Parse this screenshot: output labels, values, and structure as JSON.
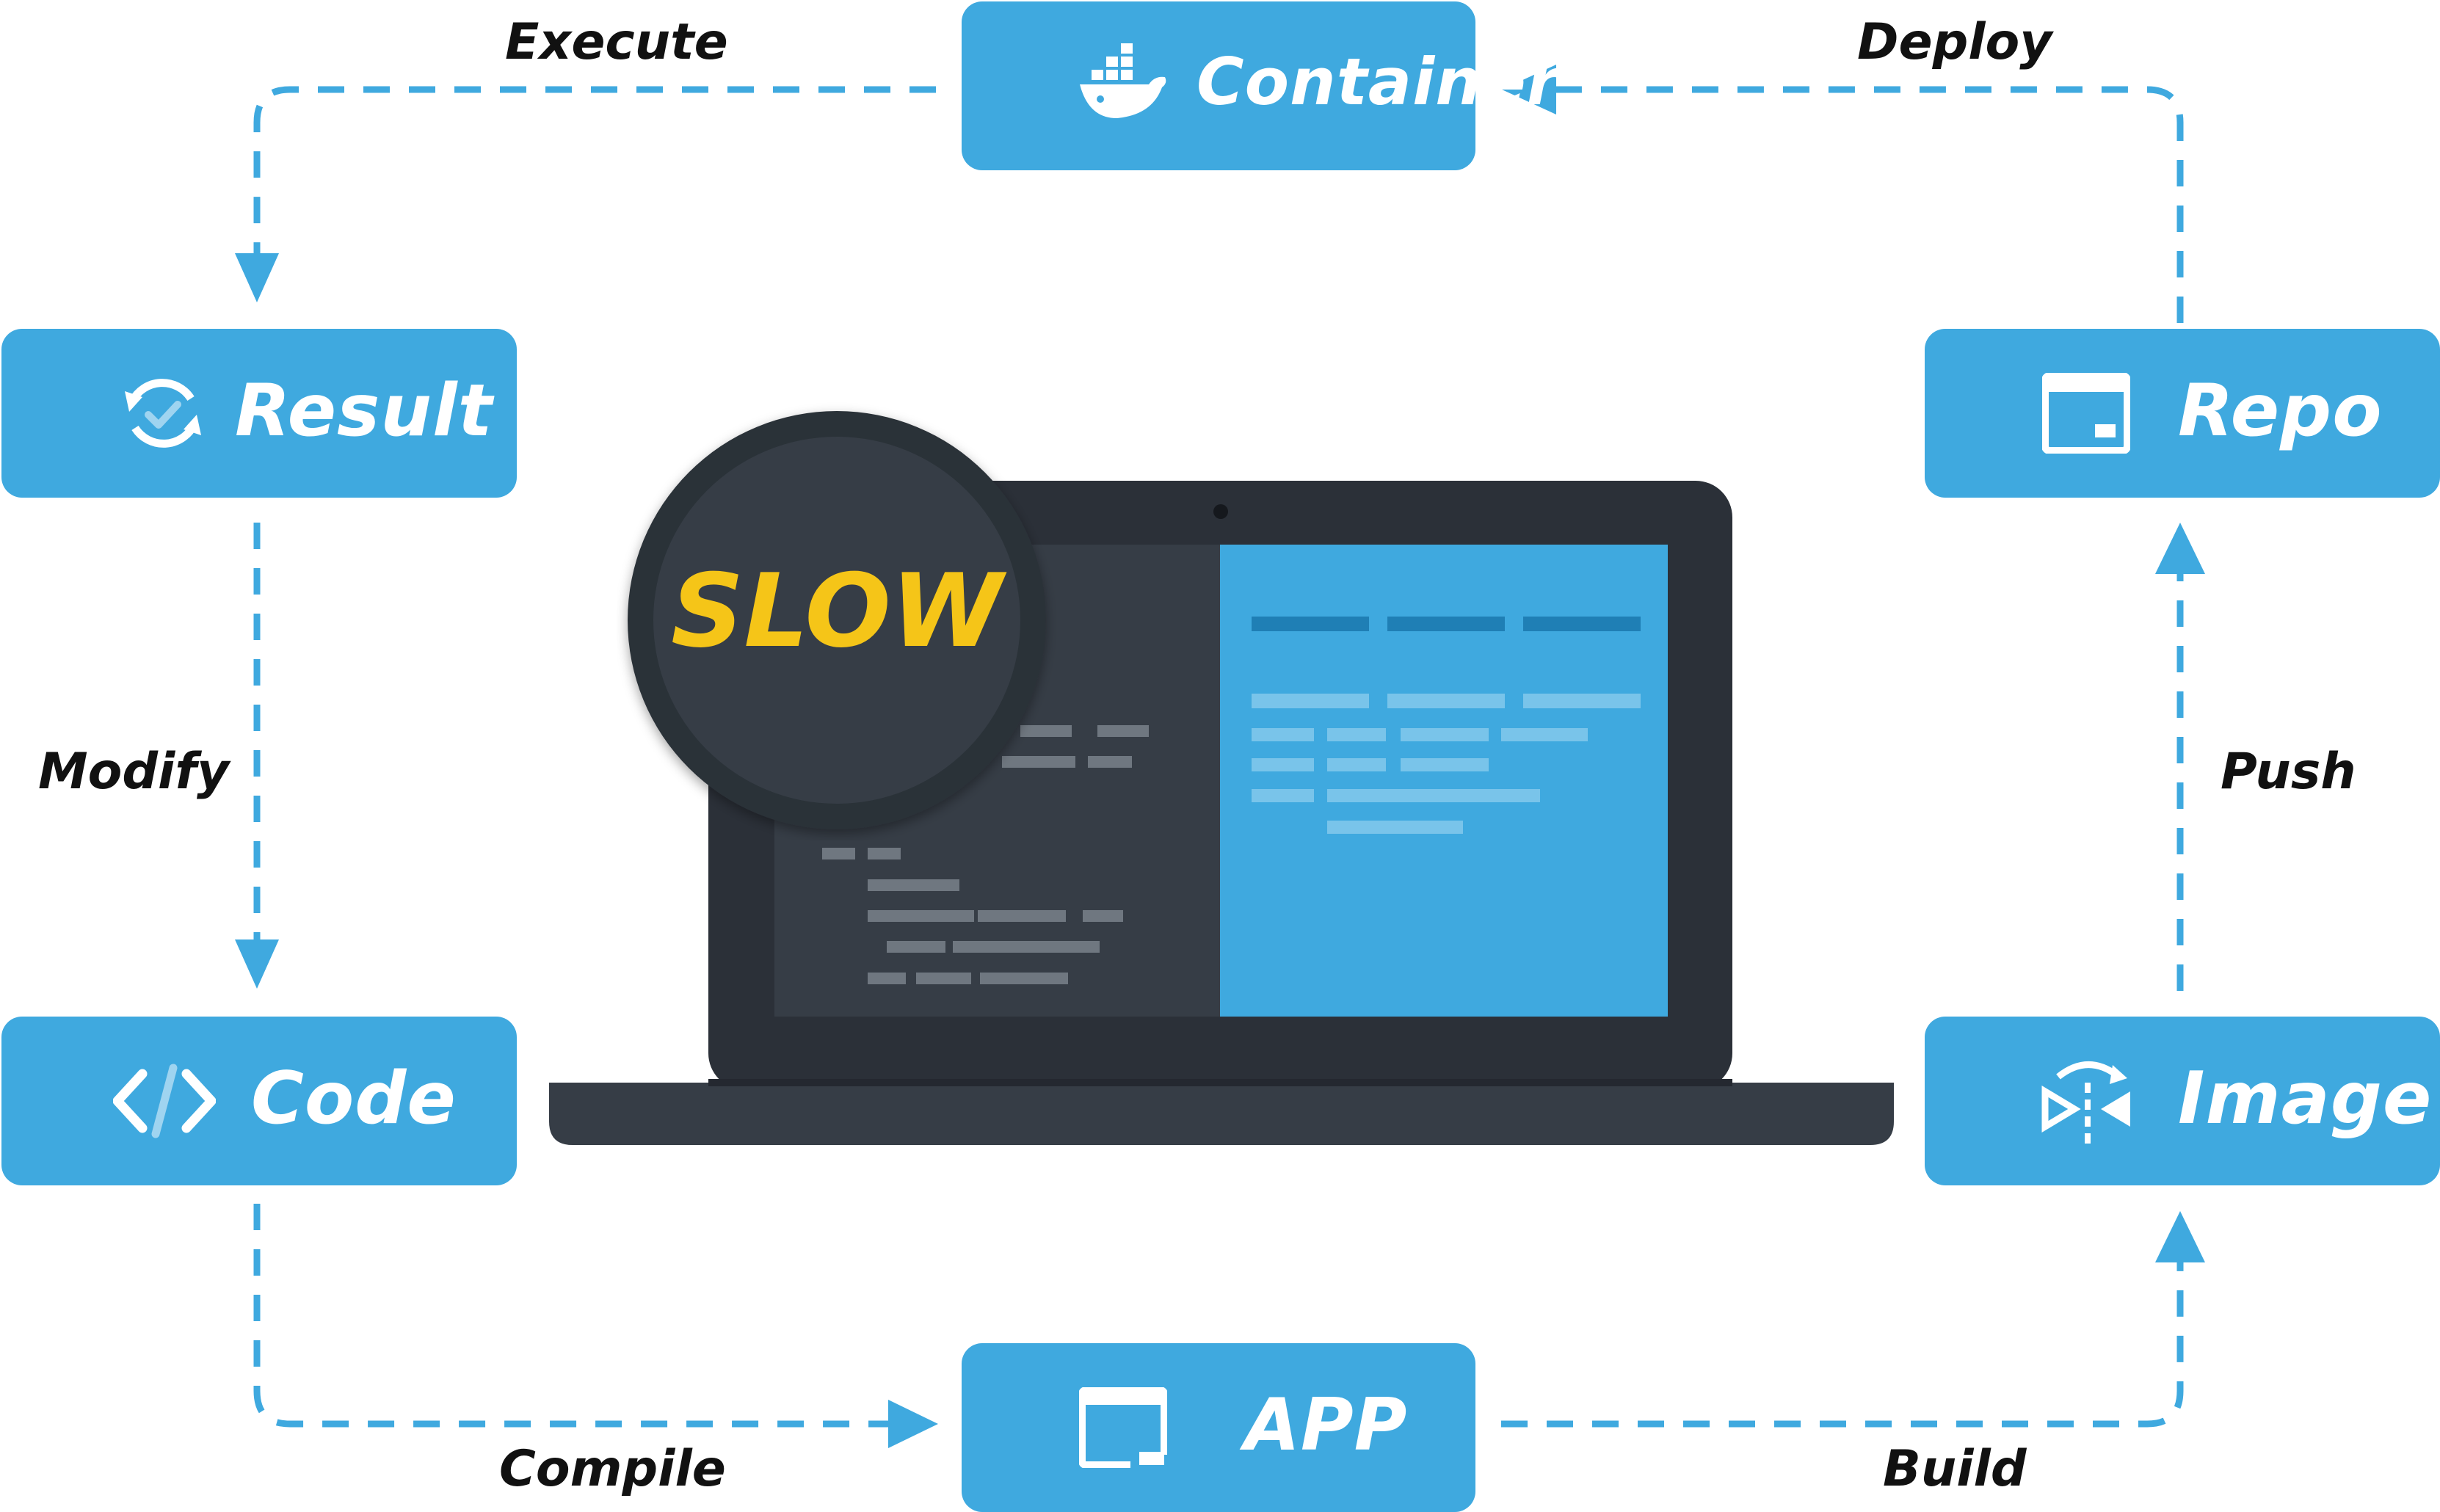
{
  "nodes": {
    "container": {
      "label": "Container",
      "icon": "docker-whale-icon"
    },
    "repo": {
      "label": "Repo",
      "icon": "window-icon"
    },
    "image": {
      "label": "Image",
      "icon": "mirror-flip-icon"
    },
    "app": {
      "label": "APP",
      "icon": "app-window-icon"
    },
    "code": {
      "label": "Code",
      "icon": "code-brackets-icon"
    },
    "result": {
      "label": "Result",
      "icon": "refresh-check-icon"
    }
  },
  "edges": {
    "execute": "Execute",
    "deploy": "Deploy",
    "push": "Push",
    "build": "Build",
    "compile": "Compile",
    "modify": "Modify"
  },
  "badge": {
    "text": "SLOW"
  },
  "colors": {
    "accent": "#3fa9df",
    "dark": "#2b3038",
    "badge_text": "#f5c518",
    "label_text": "#111111"
  }
}
